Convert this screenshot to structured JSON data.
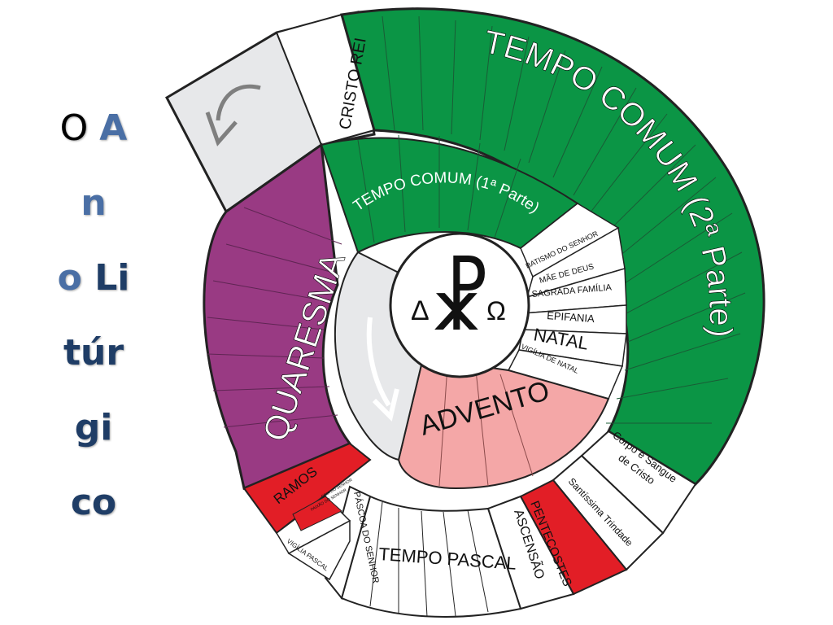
{
  "title": {
    "parts": [
      "O ",
      "A",
      "n",
      "o ",
      "Li",
      "túr",
      "gi",
      "co"
    ]
  },
  "center": {
    "delta": "Δ",
    "omega": "Ω",
    "chi_rho": "☧"
  },
  "seasons": {
    "tempo_comum_2": "TEMPO COMUM (2ª Parte)",
    "tempo_comum_1": "TEMPO COMUM (1ª Parte)",
    "quaresma": "QUARESMA",
    "advento": "ADVENTO",
    "tempo_pascal": "TEMPO PASCAL",
    "cristo_rei": "CRISTO REI",
    "ramos": "RAMOS",
    "pentecostes": "PENTECOSTES",
    "ascensao": "ASCENSÃO",
    "pascoa_do_senhor": "PÁSCOA DO SENHOR",
    "vigilia_pascal": "VIGÍLIA PASCAL",
    "ceia_do_senhor": "CEIA DO SENHOR",
    "paixao_do_senhor": "PAIXÃO DO SENHOR",
    "corpo_e_sangue_1": "Corpo e Sangue",
    "corpo_e_sangue_2": "de Cristo",
    "santissima_trindade": "Santíssima Trindade",
    "batismo": "BATISMO DO SENHOR",
    "mae_de_deus": "MÃE DE DEUS",
    "sagrada_familia": "SAGRADA FAMÍLIA",
    "epifania": "EPIFANIA",
    "natal": "NATAL",
    "vigilia_natal": "VIGÍLIA DE NATAL"
  },
  "colors": {
    "green": "#0b9545",
    "purple": "#993a83",
    "pink": "#f4a7a7",
    "red": "#e21e26",
    "white": "#ffffff",
    "grey": "#e7e8ea",
    "outline": "#222222"
  }
}
